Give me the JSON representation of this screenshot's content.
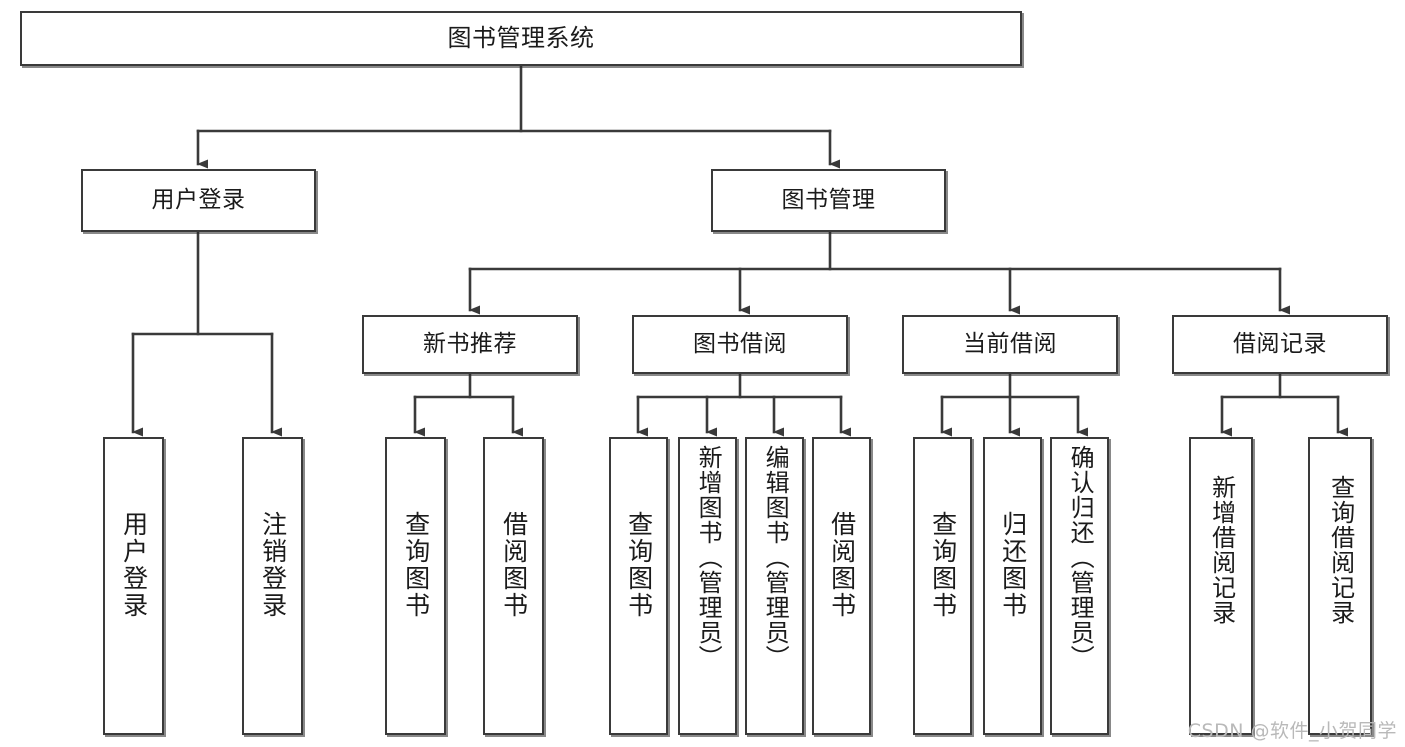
{
  "diagram": {
    "title": "图书管理系统",
    "type": "tree-hierarchy",
    "stroke_color": "#3a3a3a",
    "fill_color": "#ffffff",
    "text_color": "#1b1b1b"
  },
  "root": {
    "label": "图书管理系统"
  },
  "level2": [
    {
      "label": "用户登录"
    },
    {
      "label": "图书管理"
    }
  ],
  "level3": [
    {
      "label": "新书推荐"
    },
    {
      "label": "图书借阅"
    },
    {
      "label": "当前借阅"
    },
    {
      "label": "借阅记录"
    }
  ],
  "leaves": {
    "user_login": [
      {
        "label": "用户登录"
      },
      {
        "label": "注销登录"
      }
    ],
    "new_books": [
      {
        "label": "查询图书"
      },
      {
        "label": "借阅图书"
      }
    ],
    "book_borrow": [
      {
        "label": "查询图书"
      },
      {
        "label": "新增图书（管理员）"
      },
      {
        "label": "编辑图书（管理员）"
      },
      {
        "label": "借阅图书"
      }
    ],
    "current_borrow": [
      {
        "label": "查询图书"
      },
      {
        "label": "归还图书"
      },
      {
        "label": "确认归还（管理员）"
      }
    ],
    "borrow_records": [
      {
        "label": "新增借阅记录"
      },
      {
        "label": "查询借阅记录"
      }
    ]
  },
  "watermark": {
    "text": "CSDN @软件_小贺同学"
  }
}
